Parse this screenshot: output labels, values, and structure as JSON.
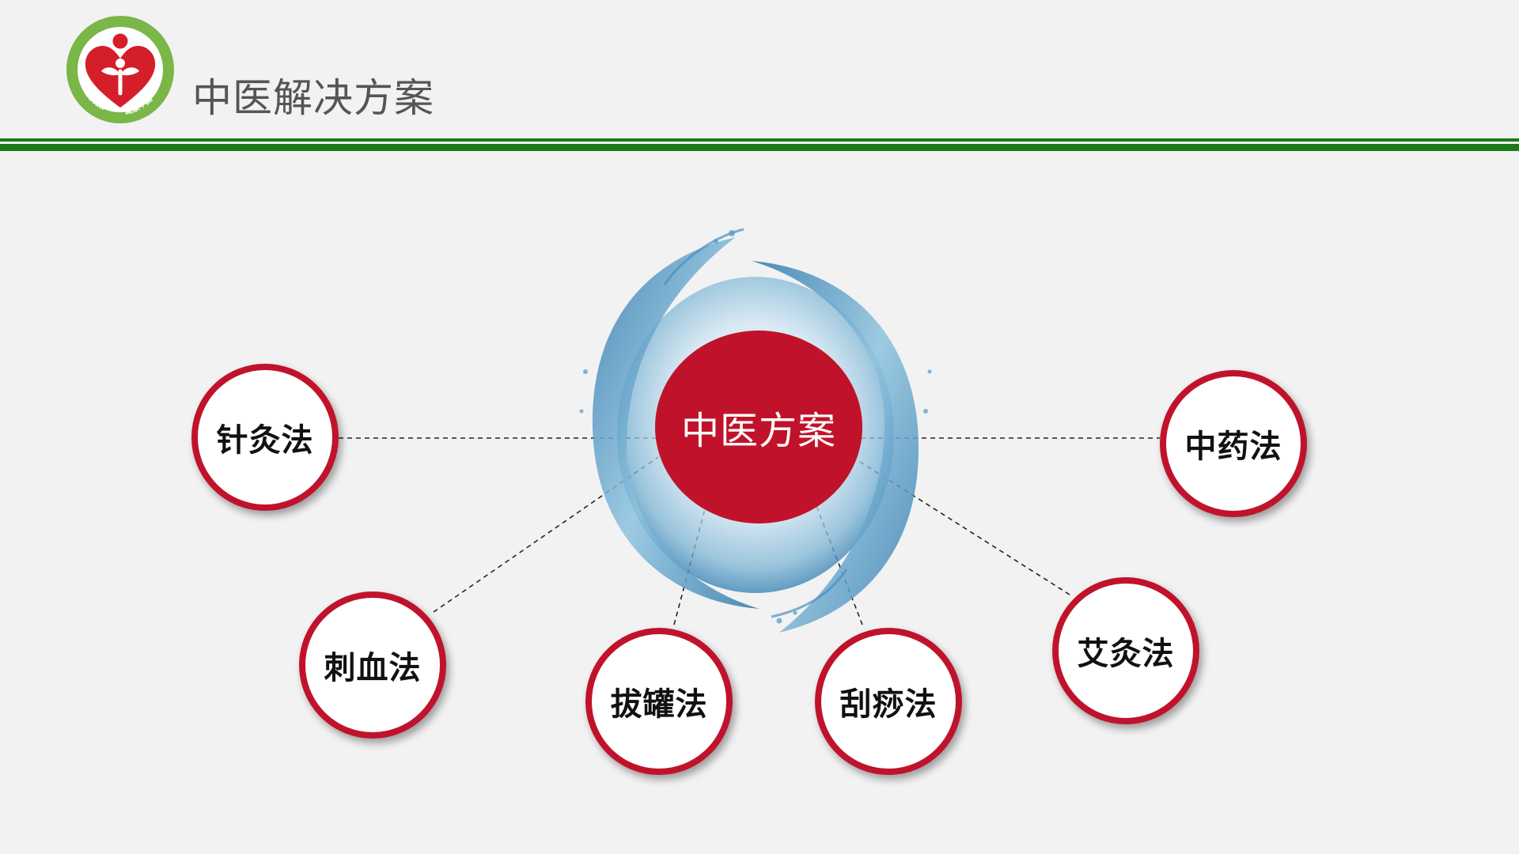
{
  "header": {
    "title": "中医解决方案",
    "logo_icon": "heart-sprout-logo-icon",
    "logo_text_left": "关爱未来",
    "logo_text_right": "健康中国"
  },
  "colors": {
    "accent_red": "#c0132b",
    "rule_green": "#1a7a1a",
    "logo_green": "#7ab648",
    "background": "#f2f2f2"
  },
  "diagram": {
    "center": {
      "label": "中医方案",
      "decoration": "water-swirl-graphic"
    },
    "nodes": [
      {
        "id": "acupuncture",
        "label": "针灸法"
      },
      {
        "id": "herbal",
        "label": "中药法"
      },
      {
        "id": "bloodletting",
        "label": "刺血法"
      },
      {
        "id": "cupping",
        "label": "拔罐法"
      },
      {
        "id": "gua-sha",
        "label": "刮痧法"
      },
      {
        "id": "moxibustion",
        "label": "艾灸法"
      }
    ]
  }
}
